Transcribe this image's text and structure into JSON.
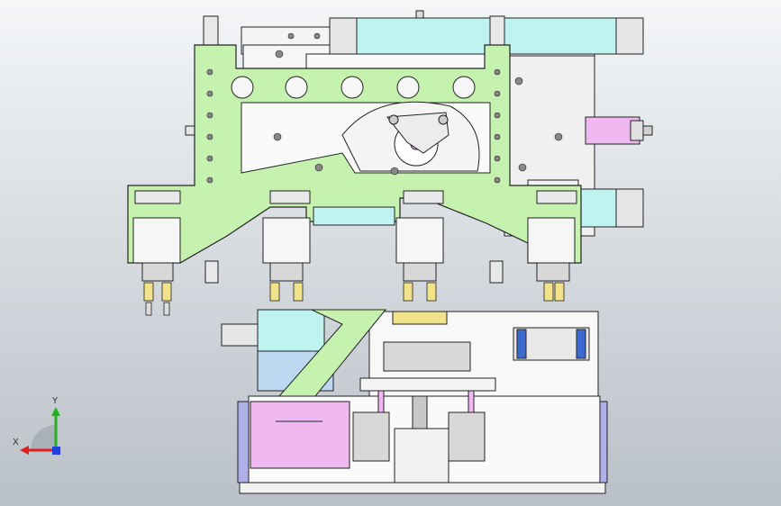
{
  "app": {
    "type": "3D CAD assembly viewport"
  },
  "triad": {
    "x_label": "X",
    "y_label": "Y",
    "colors": {
      "x": "#e02020",
      "y": "#20b020",
      "z": "#2040e0"
    }
  },
  "colors": {
    "background_top": "#f4f6f8",
    "background_bottom": "#b8bfc6",
    "plate_green": "#c6f2b0",
    "cylinder_cyan": "#bff3f0",
    "sensor_pink": "#f0b8f0",
    "panel_white": "#f6f6f6",
    "part_grey": "#d2d2d2",
    "fitting_yellow": "#f2e28a",
    "block_blue": "#3a6ad0",
    "motor_violet": "#b0b0e8"
  },
  "icons": [
    "axis-triad-icon",
    "motor-icon",
    "pneumatic-fitting-icon"
  ]
}
